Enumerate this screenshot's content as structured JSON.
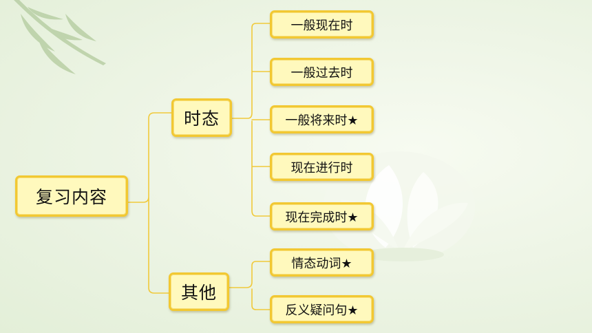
{
  "root": {
    "label": "复习内容"
  },
  "branches": [
    {
      "label": "时态",
      "leaves": [
        "一般现在时",
        "一般过去时",
        "一般将来时★",
        "现在进行时",
        "现在完成时★"
      ]
    },
    {
      "label": "其他",
      "leaves": [
        "情态动词★",
        "反义疑问句★"
      ]
    }
  ],
  "colors": {
    "node_fill": "#fff9bd",
    "node_border": "#f2c832",
    "connector": "#f0c93a"
  }
}
